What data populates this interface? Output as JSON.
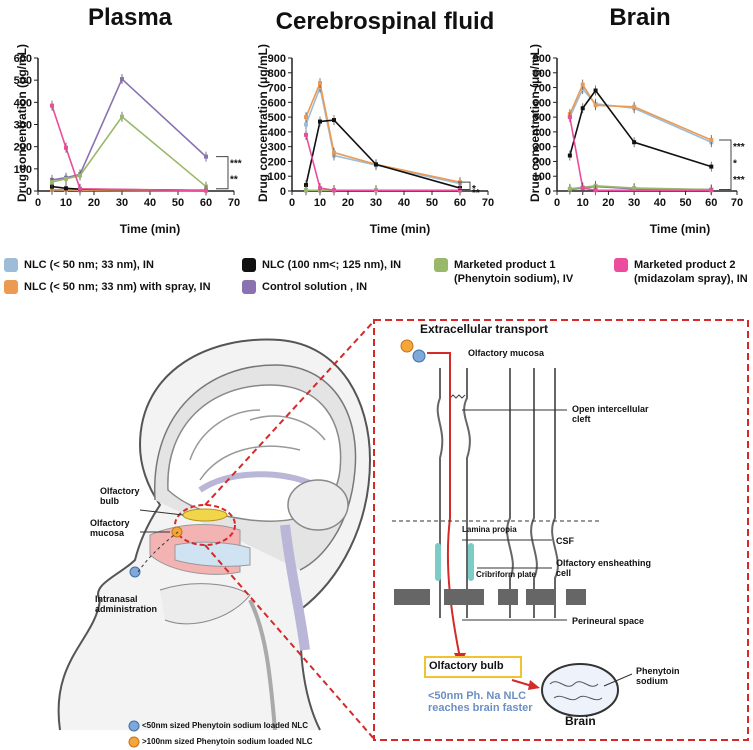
{
  "colors": {
    "nlc33": "#9dbcd8",
    "nlc33spray": "#ec9a52",
    "nlc125": "#111111",
    "control": "#8a72b0",
    "mp1": "#9ab86a",
    "mp2": "#ec4c9c"
  },
  "chart_data": [
    {
      "type": "line",
      "title": "Plasma",
      "xlabel": "Time (min)",
      "ylabel": "Drug concentration (μg/mL)",
      "xlim": [
        0,
        70
      ],
      "ylim": [
        0,
        600
      ],
      "xticks": [
        0,
        10,
        20,
        30,
        40,
        50,
        60,
        70
      ],
      "yticks": [
        0,
        100,
        200,
        300,
        400,
        500,
        600
      ],
      "significance": [
        "***",
        "**"
      ],
      "series": [
        {
          "key": "nlc33",
          "x": [
            5,
            10,
            15,
            60
          ],
          "y": [
            5,
            5,
            3,
            2
          ]
        },
        {
          "key": "nlc33spray",
          "x": [
            5,
            10,
            15,
            60
          ],
          "y": [
            6,
            5,
            4,
            2
          ]
        },
        {
          "key": "nlc125",
          "x": [
            5,
            10,
            15,
            60
          ],
          "y": [
            20,
            12,
            8,
            3
          ]
        },
        {
          "key": "control",
          "x": [
            5,
            10,
            15,
            30,
            60
          ],
          "y": [
            50,
            60,
            75,
            505,
            155
          ]
        },
        {
          "key": "mp1",
          "x": [
            5,
            10,
            15,
            30,
            60
          ],
          "y": [
            40,
            55,
            70,
            335,
            20
          ]
        },
        {
          "key": "mp2",
          "x": [
            5,
            10,
            15,
            60
          ],
          "y": [
            385,
            195,
            10,
            2
          ]
        }
      ]
    },
    {
      "type": "line",
      "title": "Cerebrospinal fluid",
      "xlabel": "Time (min)",
      "ylabel": "Drug concentration (μg/mL)",
      "xlim": [
        0,
        70
      ],
      "ylim": [
        0,
        900
      ],
      "xticks": [
        0,
        10,
        20,
        30,
        40,
        50,
        60,
        70
      ],
      "yticks": [
        0,
        100,
        200,
        300,
        400,
        500,
        600,
        700,
        800,
        900
      ],
      "significance": [
        "*",
        "**"
      ],
      "series": [
        {
          "key": "nlc33",
          "x": [
            5,
            10,
            15,
            30,
            60
          ],
          "y": [
            450,
            700,
            240,
            175,
            50
          ]
        },
        {
          "key": "nlc33spray",
          "x": [
            5,
            10,
            15,
            30,
            60
          ],
          "y": [
            500,
            730,
            260,
            180,
            60
          ]
        },
        {
          "key": "nlc125",
          "x": [
            5,
            10,
            15,
            30,
            60
          ],
          "y": [
            40,
            470,
            480,
            180,
            20
          ]
        },
        {
          "key": "control",
          "x": [
            5,
            10,
            15,
            30,
            60
          ],
          "y": [
            5,
            5,
            5,
            5,
            5
          ]
        },
        {
          "key": "mp1",
          "x": [
            5,
            10,
            15,
            30,
            60
          ],
          "y": [
            5,
            5,
            5,
            5,
            5
          ]
        },
        {
          "key": "mp2",
          "x": [
            5,
            10,
            15,
            60
          ],
          "y": [
            380,
            20,
            5,
            5
          ]
        }
      ]
    },
    {
      "type": "line",
      "title": "Brain",
      "xlabel": "Time (min)",
      "ylabel": "Drug concentration (μg/mL)",
      "xlim": [
        0,
        70
      ],
      "ylim": [
        0,
        900
      ],
      "xticks": [
        0,
        10,
        20,
        30,
        40,
        50,
        60,
        70
      ],
      "yticks": [
        0,
        100,
        200,
        300,
        400,
        500,
        600,
        700,
        800,
        900
      ],
      "significance": [
        "***",
        "*",
        "***"
      ],
      "series": [
        {
          "key": "nlc33",
          "x": [
            5,
            10,
            15,
            30,
            60
          ],
          "y": [
            500,
            690,
            590,
            560,
            330
          ]
        },
        {
          "key": "nlc33spray",
          "x": [
            5,
            10,
            15,
            30,
            60
          ],
          "y": [
            520,
            720,
            580,
            570,
            345
          ]
        },
        {
          "key": "nlc125",
          "x": [
            5,
            10,
            15,
            30,
            60
          ],
          "y": [
            240,
            560,
            680,
            330,
            165
          ]
        },
        {
          "key": "control",
          "x": [
            5,
            10,
            15,
            30,
            60
          ],
          "y": [
            10,
            20,
            30,
            15,
            10
          ]
        },
        {
          "key": "mp1",
          "x": [
            5,
            10,
            15,
            30,
            60
          ],
          "y": [
            15,
            25,
            35,
            20,
            10
          ]
        },
        {
          "key": "mp2",
          "x": [
            5,
            10,
            15,
            60
          ],
          "y": [
            500,
            20,
            5,
            5
          ]
        }
      ]
    }
  ],
  "legend": [
    {
      "key": "nlc33",
      "label": "NLC (< 50 nm; 33 nm), IN"
    },
    {
      "key": "nlc125",
      "label": "NLC (100 nm<; 125 nm), IN"
    },
    {
      "key": "mp1",
      "label": "Marketed product 1 (Phenytoin sodium), IV"
    },
    {
      "key": "mp2",
      "label": "Marketed product 2 (midazolam spray), IN"
    },
    {
      "key": "nlc33spray",
      "label": "NLC (< 50 nm; 33 nm) with spray, IN"
    },
    {
      "key": "control",
      "label": "Control solution , IN"
    }
  ],
  "diagram": {
    "head": {
      "olfactory_bulb": "Olfactory bulb",
      "olfactory_mucosa": "Olfactory mucosa",
      "intranasal": "Intranasal administration",
      "key_small": "<50nm sized Phenytoin sodium loaded NLC",
      "key_large": ">100nm sized Phenytoin sodium loaded NLC"
    },
    "panel": {
      "title": "Extracellular transport",
      "olfactory_mucosa": "Olfactory mucosa",
      "open_cleft": "Open intercellular cleft",
      "lamina": "Lamina propia",
      "csf": "CSF",
      "olf_ensheathing": "Olfactory ensheathing cell",
      "cribriform": "Cribriform plate",
      "perineural": "Perineural space",
      "olfactory_bulb": "Olfactory bulb",
      "faster": "<50nm Ph. Na NLC reaches brain faster",
      "brain": "Brain",
      "phenytoin": "Phenytoin sodium"
    }
  }
}
